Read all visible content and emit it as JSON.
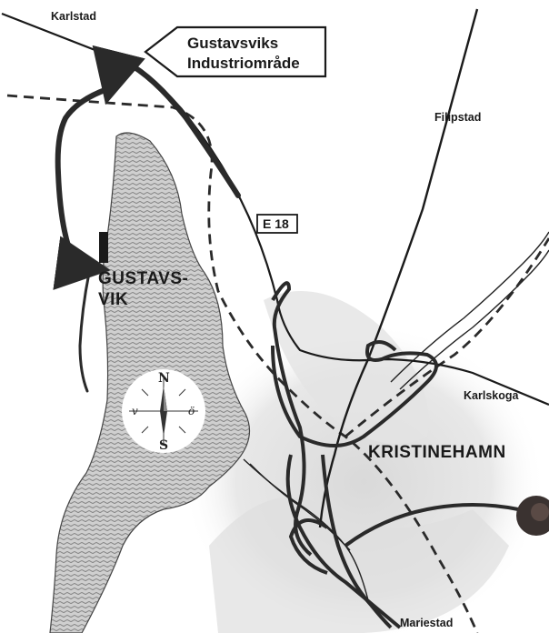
{
  "callout": {
    "line1": "Gustavsviks",
    "line2": "Industriområde"
  },
  "places": {
    "karlstad": "Karlstad",
    "filipstad": "Filipstad",
    "karlskoga": "Karlskoga",
    "mariestad": "Mariestad",
    "kristinehamn": "KRISTINEHAMN",
    "gustavsvik_line1": "GUSTAVS-",
    "gustavsvik_line2": "VIK"
  },
  "road_sign": "E 18",
  "compass": {
    "n": "N",
    "s": "S",
    "v": "v",
    "o": "ö"
  },
  "colors": {
    "route": "#2a2a2a",
    "water": "#bdbdbd",
    "urban": "#e2e2e2",
    "ink": "#1a1a1a"
  }
}
